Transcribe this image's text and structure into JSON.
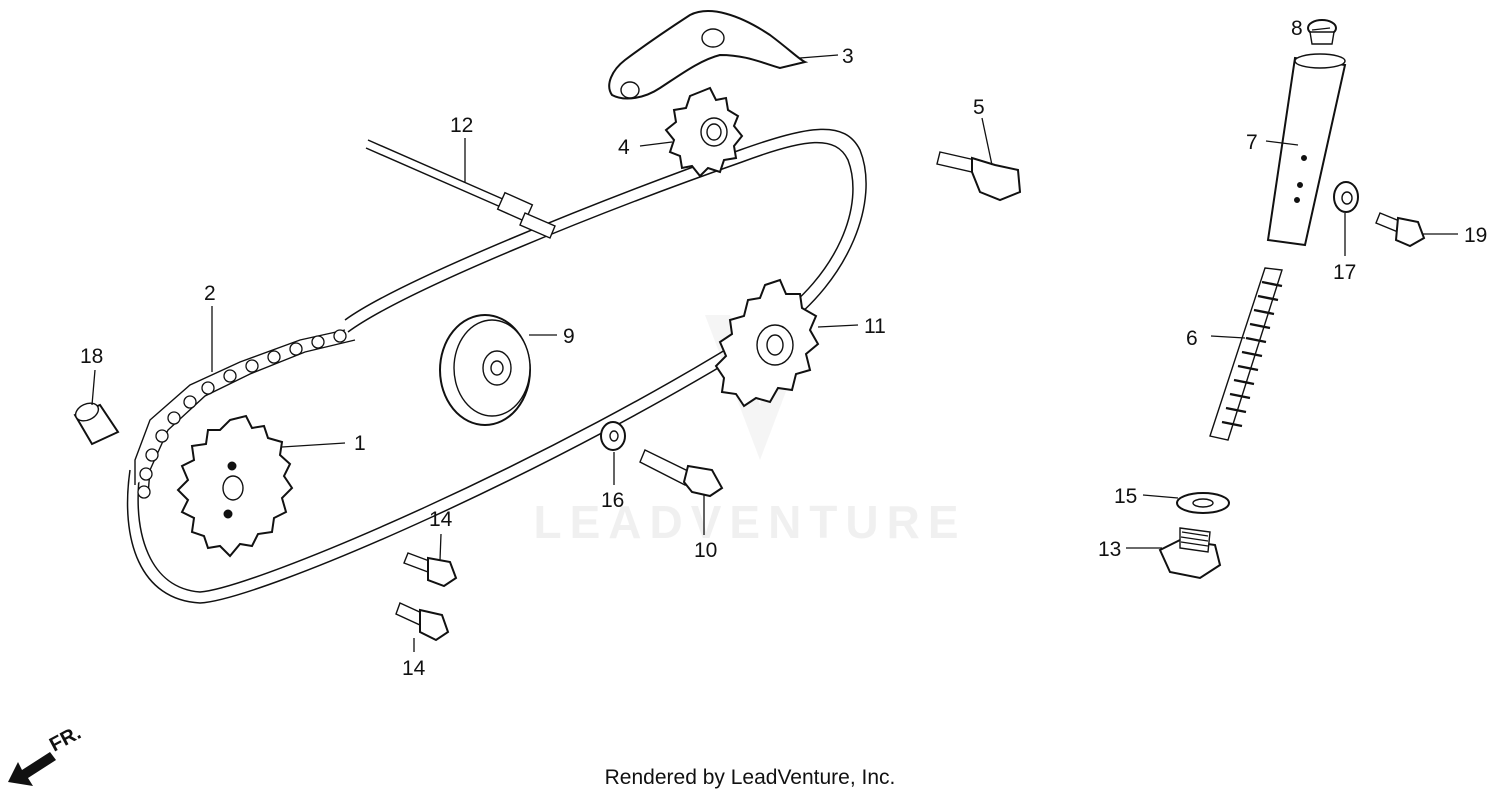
{
  "watermark": "LEADVENTURE",
  "footer": "Rendered by LeadVenture, Inc.",
  "front_indicator": "FR.",
  "callouts": [
    {
      "id": "1",
      "label": "1"
    },
    {
      "id": "2",
      "label": "2"
    },
    {
      "id": "3",
      "label": "3"
    },
    {
      "id": "4",
      "label": "4"
    },
    {
      "id": "5",
      "label": "5"
    },
    {
      "id": "6",
      "label": "6"
    },
    {
      "id": "7",
      "label": "7"
    },
    {
      "id": "8",
      "label": "8"
    },
    {
      "id": "9",
      "label": "9"
    },
    {
      "id": "10",
      "label": "10"
    },
    {
      "id": "11",
      "label": "11"
    },
    {
      "id": "12",
      "label": "12"
    },
    {
      "id": "13",
      "label": "13"
    },
    {
      "id": "14a",
      "label": "14"
    },
    {
      "id": "14b",
      "label": "14"
    },
    {
      "id": "15",
      "label": "15"
    },
    {
      "id": "16",
      "label": "16"
    },
    {
      "id": "17",
      "label": "17"
    },
    {
      "id": "18",
      "label": "18"
    },
    {
      "id": "19",
      "label": "19"
    }
  ]
}
